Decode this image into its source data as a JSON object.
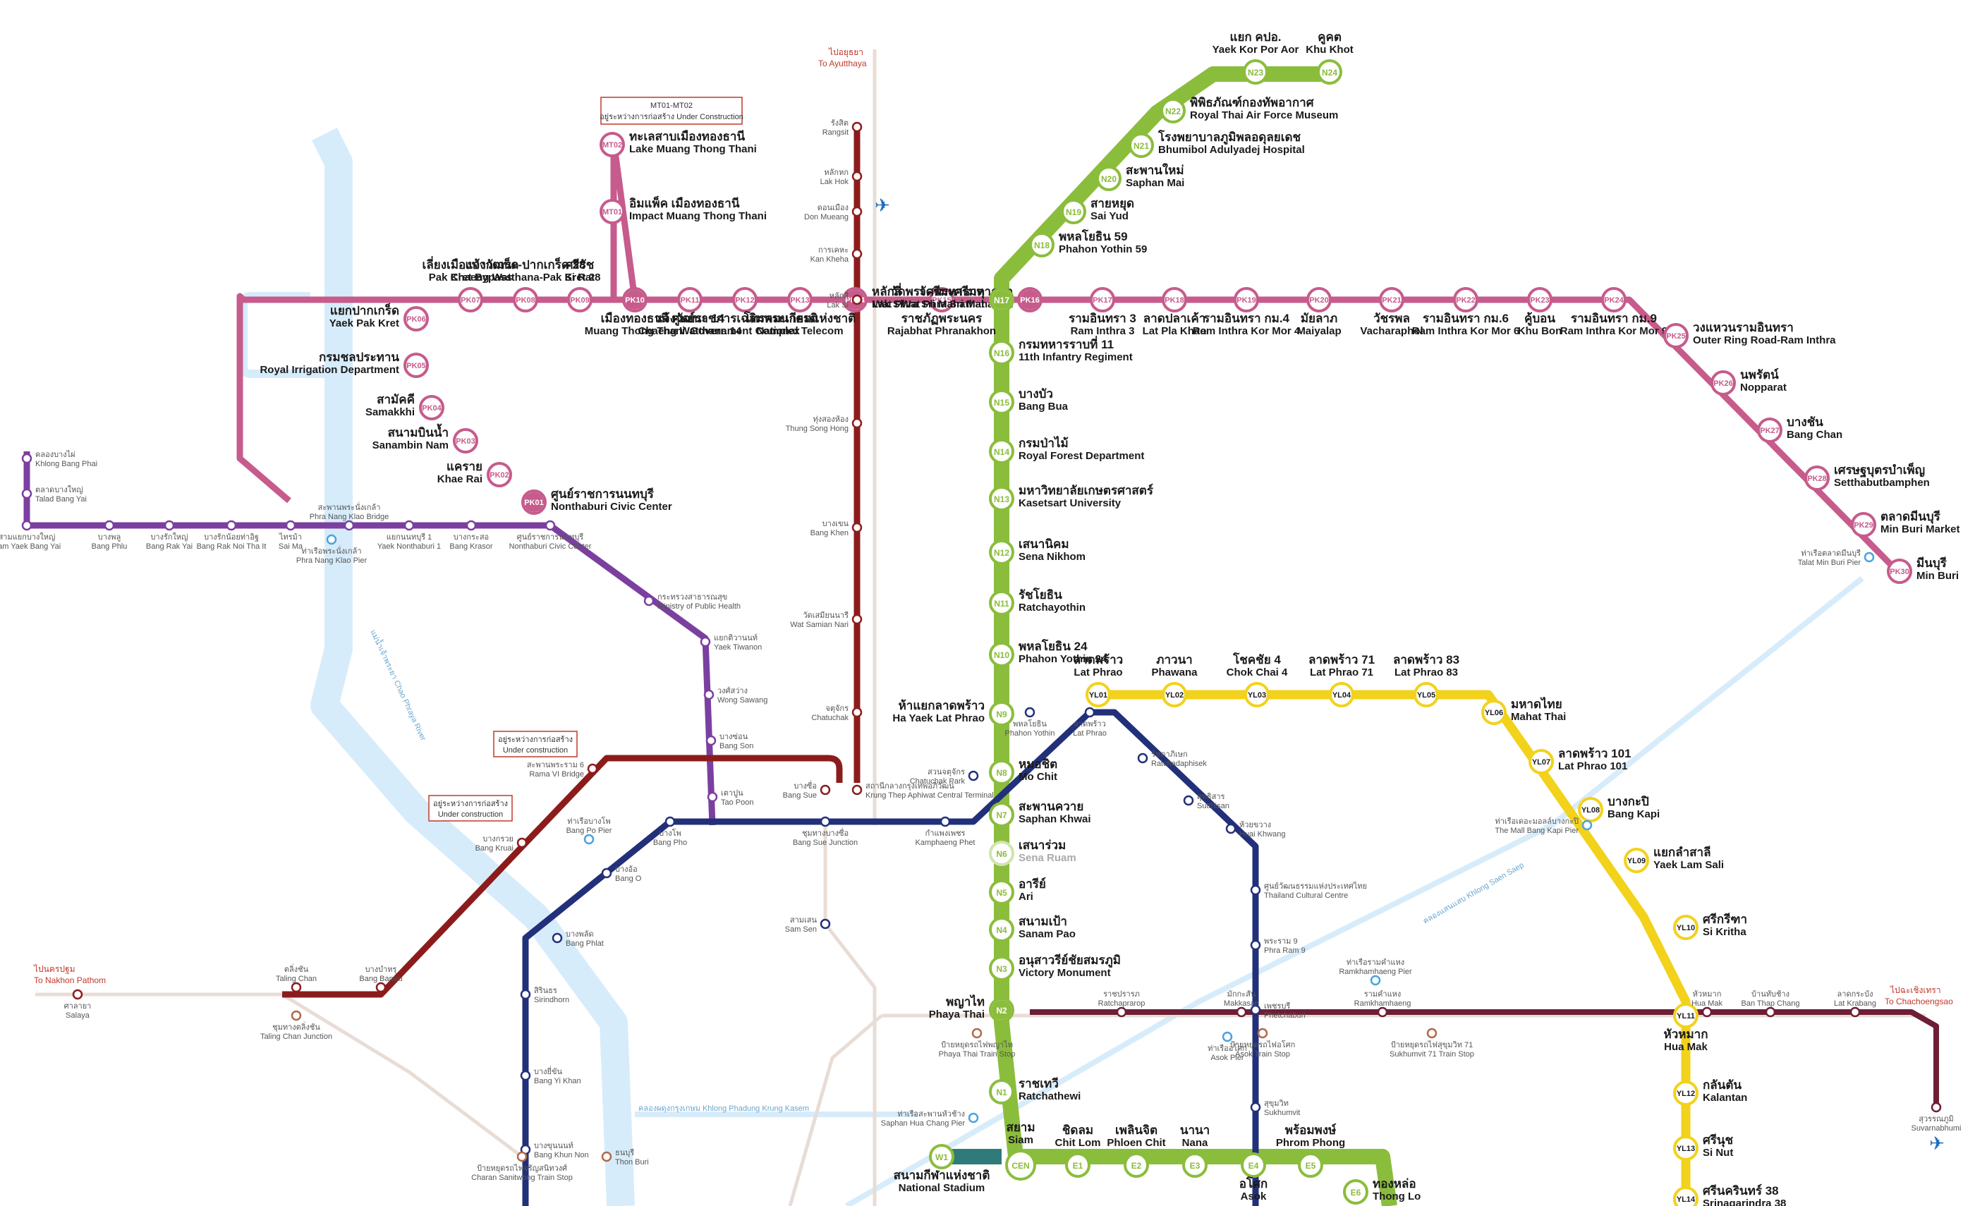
{
  "colors": {
    "pink": "#c65b8c",
    "green": "#8bbd3c",
    "yellow": "#f2d21b",
    "purple": "#7b3fa0",
    "red": "#8c1c1c",
    "navy": "#22307a",
    "arl": "#6e1e35",
    "river": "#d7ecfb",
    "rail": "#e8ddd6",
    "teal": "#2f7b7a"
  },
  "notes": {
    "mt": {
      "l1": "MT01-MT02",
      "l2": "อยู่ระหว่างการก่อสร้าง Under Construction"
    },
    "uc1": {
      "l1": "อยู่ระหว่างการก่อสร้าง",
      "l2": "Under construction"
    },
    "uc2": {
      "l1": "อยู่ระหว่างการก่อสร้าง",
      "l2": "Under construction"
    }
  },
  "destinations": {
    "ayutthaya": {
      "th": "ไปอยุธยา",
      "en": "To Ayutthaya"
    },
    "nakhon_pathom": {
      "th": "ไปนครปฐม",
      "en": "To Nakhon Pathom"
    },
    "chachoengsao": {
      "th": "ไปฉะเชิงเทรา",
      "en": "To Chachoengsao"
    }
  },
  "rivers": {
    "chao_phraya": "แม่น้ำเจ้าพระยา Chao Phraya River",
    "saen_saep": "คลองแสนแสบ Khlong Saen Saep",
    "phadung": "คลองผดุงกรุงเกษม Khlong Phadung Krung Kasem"
  },
  "pink_stations": [
    {
      "code": "MT02",
      "th": "ทะเลสาบเมืองทองธานี",
      "en": "Lake Muang Thong Thani"
    },
    {
      "code": "MT01",
      "th": "อิมแพ็ค เมืองทองธานี",
      "en": "Impact Muang Thong Thani"
    },
    {
      "code": "PK01",
      "th": "ศูนย์ราชการนนทบุรี",
      "en": "Nonthaburi Civic Center"
    },
    {
      "code": "PK02",
      "th": "แคราย",
      "en": "Khae Rai"
    },
    {
      "code": "PK03",
      "th": "สนามบินน้ำ",
      "en": "Sanambin Nam"
    },
    {
      "code": "PK04",
      "th": "สามัคคี",
      "en": "Samakkhi"
    },
    {
      "code": "PK05",
      "th": "กรมชลประทาน",
      "en": "Royal Irrigation Department"
    },
    {
      "code": "PK06",
      "th": "แยกปากเกร็ด",
      "en": "Yaek Pak Kret"
    },
    {
      "code": "PK07",
      "th": "เลี่ยงเมืองปากเกร็ด",
      "en": "Pak Kret Bypass"
    },
    {
      "code": "PK08",
      "th": "แจ้งวัฒนะ-ปากเกร็ด 28",
      "en": "Chaeng Watthana-Pak Kret 28"
    },
    {
      "code": "PK09",
      "th": "ศรีรัช",
      "en": "Si Rat"
    },
    {
      "code": "PK10",
      "th": "เมืองทองธานี",
      "en": "Muang Thong Thani"
    },
    {
      "code": "PK11",
      "th": "แจ้งวัฒนะ 14",
      "en": "Chaeng Watthana 14"
    },
    {
      "code": "PK12",
      "th": "ศูนย์ราชการเฉลิมพระเกียรติ",
      "en": "Government Complex"
    },
    {
      "code": "PK13",
      "th": "โทรคมนาคมแห่งชาติ",
      "en": "National Telecom"
    },
    {
      "code": "PK14",
      "th": "หลักสี่",
      "en": "Lak Si"
    },
    {
      "code": "PK15",
      "th": "ราชภัฏพระนคร",
      "en": "Rajabhat Phranakhon"
    },
    {
      "code": "PK16",
      "th": "วัดพระศรีมหาธาตุ",
      "en": "Wat Phra Sri Mahathat"
    },
    {
      "code": "PK17",
      "th": "รามอินทรา 3",
      "en": "Ram Inthra 3"
    },
    {
      "code": "PK18",
      "th": "ลาดปลาเค้า",
      "en": "Lat Pla Khao"
    },
    {
      "code": "PK19",
      "th": "รามอินทรา กม.4",
      "en": "Ram Inthra Kor Mor 4"
    },
    {
      "code": "PK20",
      "th": "มัยลาภ",
      "en": "Maiyalap"
    },
    {
      "code": "PK21",
      "th": "วัชรพล",
      "en": "Vacharaphol"
    },
    {
      "code": "PK22",
      "th": "รามอินทรา กม.6",
      "en": "Ram Inthra Kor Mor 6"
    },
    {
      "code": "PK23",
      "th": "คู้บอน",
      "en": "Khu Bon"
    },
    {
      "code": "PK24",
      "th": "รามอินทรา กม.9",
      "en": "Ram Inthra Kor Mor 9"
    },
    {
      "code": "PK25",
      "th": "วงแหวนรามอินทรา",
      "en": "Outer Ring Road-Ram Inthra"
    },
    {
      "code": "PK26",
      "th": "นพรัตน์",
      "en": "Nopparat"
    },
    {
      "code": "PK27",
      "th": "บางชัน",
      "en": "Bang Chan"
    },
    {
      "code": "PK28",
      "th": "เศรษฐบุตรบำเพ็ญ",
      "en": "Setthabutbamphen"
    },
    {
      "code": "PK29",
      "th": "ตลาดมีนบุรี",
      "en": "Min Buri Market"
    },
    {
      "code": "PK30",
      "th": "มีนบุรี",
      "en": "Min Buri"
    }
  ],
  "green_stations": [
    {
      "code": "N24",
      "th": "คูคต",
      "en": "Khu Khot"
    },
    {
      "code": "N23",
      "th": "แยก คปอ.",
      "en": "Yaek Kor Por Aor"
    },
    {
      "code": "N22",
      "th": "พิพิธภัณฑ์กองทัพอากาศ",
      "en": "Royal Thai Air Force Museum"
    },
    {
      "code": "N21",
      "th": "โรงพยาบาลภูมิพลอดุลยเดช",
      "en": "Bhumibol Adulyadej Hospital"
    },
    {
      "code": "N20",
      "th": "สะพานใหม่",
      "en": "Saphan Mai"
    },
    {
      "code": "N19",
      "th": "สายหยุด",
      "en": "Sai Yud"
    },
    {
      "code": "N18",
      "th": "พหลโยธิน 59",
      "en": "Phahon Yothin 59"
    },
    {
      "code": "N17",
      "th": "วัดพระศรีมหาธาตุ",
      "en": "Wat Phra Sri Mahathat"
    },
    {
      "code": "N16",
      "th": "กรมทหารราบที่ 11",
      "en": "11th Infantry Regiment"
    },
    {
      "code": "N15",
      "th": "บางบัว",
      "en": "Bang Bua"
    },
    {
      "code": "N14",
      "th": "กรมป่าไม้",
      "en": "Royal Forest Department"
    },
    {
      "code": "N13",
      "th": "มหาวิทยาลัยเกษตรศาสตร์",
      "en": "Kasetsart University"
    },
    {
      "code": "N12",
      "th": "เสนานิคม",
      "en": "Sena Nikhom"
    },
    {
      "code": "N11",
      "th": "รัชโยธิน",
      "en": "Ratchayothin"
    },
    {
      "code": "N10",
      "th": "พหลโยธิน 24",
      "en": "Phahon Yothin 24"
    },
    {
      "code": "N9",
      "th": "ห้าแยกลาดพร้าว",
      "en": "Ha Yaek Lat Phrao"
    },
    {
      "code": "N8",
      "th": "หมอชิต",
      "en": "Mo Chit"
    },
    {
      "code": "N7",
      "th": "สะพานควาย",
      "en": "Saphan Khwai"
    },
    {
      "code": "N6",
      "th": "เสนาร่วม",
      "en": "Sena Ruam"
    },
    {
      "code": "N5",
      "th": "อารีย์",
      "en": "Ari"
    },
    {
      "code": "N4",
      "th": "สนามเป้า",
      "en": "Sanam Pao"
    },
    {
      "code": "N3",
      "th": "อนุสาวรีย์ชัยสมรภูมิ",
      "en": "Victory Monument"
    },
    {
      "code": "N2",
      "th": "พญาไท",
      "en": "Phaya Thai"
    },
    {
      "code": "N1",
      "th": "ราชเทวี",
      "en": "Ratchathewi"
    },
    {
      "code": "CEN",
      "th": "สยาม",
      "en": "Siam"
    },
    {
      "code": "E1",
      "th": "ชิดลม",
      "en": "Chit Lom"
    },
    {
      "code": "E2",
      "th": "เพลินจิต",
      "en": "Phloen Chit"
    },
    {
      "code": "E3",
      "th": "นานา",
      "en": "Nana"
    },
    {
      "code": "E4",
      "th": "อโศก",
      "en": "Asok"
    },
    {
      "code": "E5",
      "th": "พร้อมพงษ์",
      "en": "Phrom Phong"
    },
    {
      "code": "E6",
      "th": "ทองหล่อ",
      "en": "Thong Lo"
    },
    {
      "code": "W1",
      "th": "สนามกีฬาแห่งชาติ",
      "en": "National Stadium"
    }
  ],
  "yellow_stations": [
    {
      "code": "YL01",
      "th": "ลาดพร้าว",
      "en": "Lat Phrao"
    },
    {
      "code": "YL02",
      "th": "ภาวนา",
      "en": "Phawana"
    },
    {
      "code": "YL03",
      "th": "โชคชัย 4",
      "en": "Chok Chai 4"
    },
    {
      "code": "YL04",
      "th": "ลาดพร้าว 71",
      "en": "Lat Phrao 71"
    },
    {
      "code": "YL05",
      "th": "ลาดพร้าว 83",
      "en": "Lat Phrao 83"
    },
    {
      "code": "YL06",
      "th": "มหาดไทย",
      "en": "Mahat Thai"
    },
    {
      "code": "YL07",
      "th": "ลาดพร้าว 101",
      "en": "Lat Phrao 101"
    },
    {
      "code": "YL08",
      "th": "บางกะปิ",
      "en": "Bang Kapi"
    },
    {
      "code": "YL09",
      "th": "แยกลำสาลี",
      "en": "Yaek Lam Sali"
    },
    {
      "code": "YL10",
      "th": "ศรีกรีฑา",
      "en": "Si Kritha"
    },
    {
      "code": "YL11",
      "th": "หัวหมาก",
      "en": "Hua Mak"
    },
    {
      "code": "YL12",
      "th": "กลันตัน",
      "en": "Kalantan"
    },
    {
      "code": "YL13",
      "th": "ศรีนุช",
      "en": "Si Nut"
    },
    {
      "code": "YL14",
      "th": "ศรีนครินทร์ 38",
      "en": "Srinagarindra 38"
    }
  ],
  "purple_stations": [
    {
      "th": "คลองบางไผ่",
      "en": "Khlong Bang Phai"
    },
    {
      "th": "ตลาดบางใหญ่",
      "en": "Talad Bang Yai"
    },
    {
      "th": "สามแยกบางใหญ่",
      "en": "Sam Yaek Bang Yai"
    },
    {
      "th": "บางพลู",
      "en": "Bang Phlu"
    },
    {
      "th": "บางรักใหญ่",
      "en": "Bang Rak Yai"
    },
    {
      "th": "บางรักน้อยท่าอิฐ",
      "en": "Bang Rak Noi Tha It"
    },
    {
      "th": "ไทรม้า",
      "en": "Sai Ma"
    },
    {
      "th": "สะพานพระนั่งเกล้า",
      "en": "Phra Nang Klao Bridge"
    },
    {
      "th": "แยกนนทบุรี 1",
      "en": "Yaek Nonthaburi 1"
    },
    {
      "th": "บางกระสอ",
      "en": "Bang Krasor"
    },
    {
      "th": "ศูนย์ราชการนนทบุรี",
      "en": "Nonthaburi Civic Center"
    },
    {
      "th": "กระทรวงสาธารณสุข",
      "en": "Ministry of Public Health"
    },
    {
      "th": "แยกติวานนท์",
      "en": "Yaek Tiwanon"
    },
    {
      "th": "วงศ์สว่าง",
      "en": "Wong Sawang"
    },
    {
      "th": "บางซ่อน",
      "en": "Bang Son"
    },
    {
      "th": "เตาปูน",
      "en": "Tao Poon"
    }
  ],
  "red_stations": [
    {
      "th": "รังสิต",
      "en": "Rangsit"
    },
    {
      "th": "หลักหก",
      "en": "Lak Hok"
    },
    {
      "th": "ดอนเมือง",
      "en": "Don Mueang"
    },
    {
      "th": "การเคหะ",
      "en": "Kan Kheha"
    },
    {
      "th": "หลักสี่",
      "en": "Lak Si"
    },
    {
      "th": "ทุ่งสองห้อง",
      "en": "Thung Song Hong"
    },
    {
      "th": "บางเขน",
      "en": "Bang Khen"
    },
    {
      "th": "วัดเสมียนนารี",
      "en": "Wat Samian Nari"
    },
    {
      "th": "จตุจักร",
      "en": "Chatuchak"
    },
    {
      "th": "สถานีกลางกรุงเทพอภิวัฒน์",
      "en": "Krung Thep Aphiwat Central Terminal"
    },
    {
      "th": "บางซื่อ",
      "en": "Bang Sue"
    },
    {
      "th": "สะพานพระราม 6",
      "en": "Rama VI Bridge"
    },
    {
      "th": "บางกรวย",
      "en": "Bang Kruai"
    },
    {
      "th": "บางบำหรุ",
      "en": "Bang Bamru"
    },
    {
      "th": "ตลิ่งชัน",
      "en": "Taling Chan"
    },
    {
      "th": "ศาลายา",
      "en": "Salaya"
    }
  ],
  "blue_stations": [
    {
      "th": "ลาดพร้าว",
      "en": "Lat Phrao"
    },
    {
      "th": "รัชดาภิเษก",
      "en": "Ratchadaphisek"
    },
    {
      "th": "สุทธิสาร",
      "en": "Sutthisan"
    },
    {
      "th": "ห้วยขวาง",
      "en": "Huai Khwang"
    },
    {
      "th": "ศูนย์วัฒนธรรมแห่งประเทศไทย",
      "en": "Thailand Cultural Centre"
    },
    {
      "th": "พระราม 9",
      "en": "Phra Ram 9"
    },
    {
      "th": "เพชรบุรี",
      "en": "Phetchaburi"
    },
    {
      "th": "สุขุมวิท",
      "en": "Sukhumvit"
    },
    {
      "th": "พหลโยธิน",
      "en": "Phahon Yothin"
    },
    {
      "th": "สวนจตุจักร",
      "en": "Chatuchak Park"
    },
    {
      "th": "กำแพงเพชร",
      "en": "Kamphaeng Phet"
    },
    {
      "th": "บางโพ",
      "en": "Bang Pho"
    },
    {
      "th": "บางอ้อ",
      "en": "Bang O"
    },
    {
      "th": "บางพลัด",
      "en": "Bang Phlat"
    },
    {
      "th": "สิรินธร",
      "en": "Sirindhorn"
    },
    {
      "th": "บางยี่ขัน",
      "en": "Bang Yi Khan"
    },
    {
      "th": "บางขุนนนท์",
      "en": "Bang Khun Non"
    },
    {
      "th": "ชุมทางบางซื่อ",
      "en": "Bang Sue Junction"
    },
    {
      "th": "สามเสน",
      "en": "Sam Sen"
    }
  ],
  "arl_stations": [
    {
      "th": "ราชปรารภ",
      "en": "Ratchaprarop"
    },
    {
      "th": "มักกะสัน",
      "en": "Makkasan"
    },
    {
      "th": "รามคำแหง",
      "en": "Ramkhamhaeng"
    },
    {
      "th": "หัวหมาก",
      "en": "Hua Mak"
    },
    {
      "th": "บ้านทับช้าง",
      "en": "Ban Thap Chang"
    },
    {
      "th": "ลาดกระบัง",
      "en": "Lat Krabang"
    },
    {
      "th": "สุวรรณภูมิ",
      "en": "Suvarnabhumi"
    }
  ],
  "piers": [
    {
      "th": "ท่าเรือพระนั่งเกล้า",
      "en": "Phra Nang Klao Pier"
    },
    {
      "th": "ท่าเรือบางโพ",
      "en": "Bang Po Pier"
    },
    {
      "th": "ท่าเรือตลาดมีนบุรี",
      "en": "Talat Min Buri Pier"
    },
    {
      "th": "ท่าเรือเดอะมอลล์บางกะปิ",
      "en": "The Mall Bang Kapi Pier"
    },
    {
      "th": "ท่าเรืออโศก",
      "en": "Asok Pier"
    },
    {
      "th": "ท่าเรือรามคำแหง",
      "en": "Ramkhamhaeng Pier"
    },
    {
      "th": "ท่าเรือสะพานหัวช้าง",
      "en": "Saphan Hua Chang Pier"
    }
  ],
  "train_stops": [
    {
      "th": "ป้ายหยุดรถไฟพญาไท",
      "en": "Phaya Thai Train Stop"
    },
    {
      "th": "ป้ายหยุดรถไฟอโศก",
      "en": "Asok Train Stop"
    },
    {
      "th": "ป้ายหยุดรถไฟสุขุมวิท 71",
      "en": "Sukhumvit 71 Train Stop"
    },
    {
      "th": "ป้ายหยุดรถไฟจรัญสนิทวงศ์",
      "en": "Charan Sanitwong Train Stop"
    },
    {
      "th": "ชุมทางตลิ่งชัน",
      "en": "Taling Chan Junction"
    },
    {
      "th": "ธนบุรี",
      "en": "Thon Buri"
    }
  ]
}
